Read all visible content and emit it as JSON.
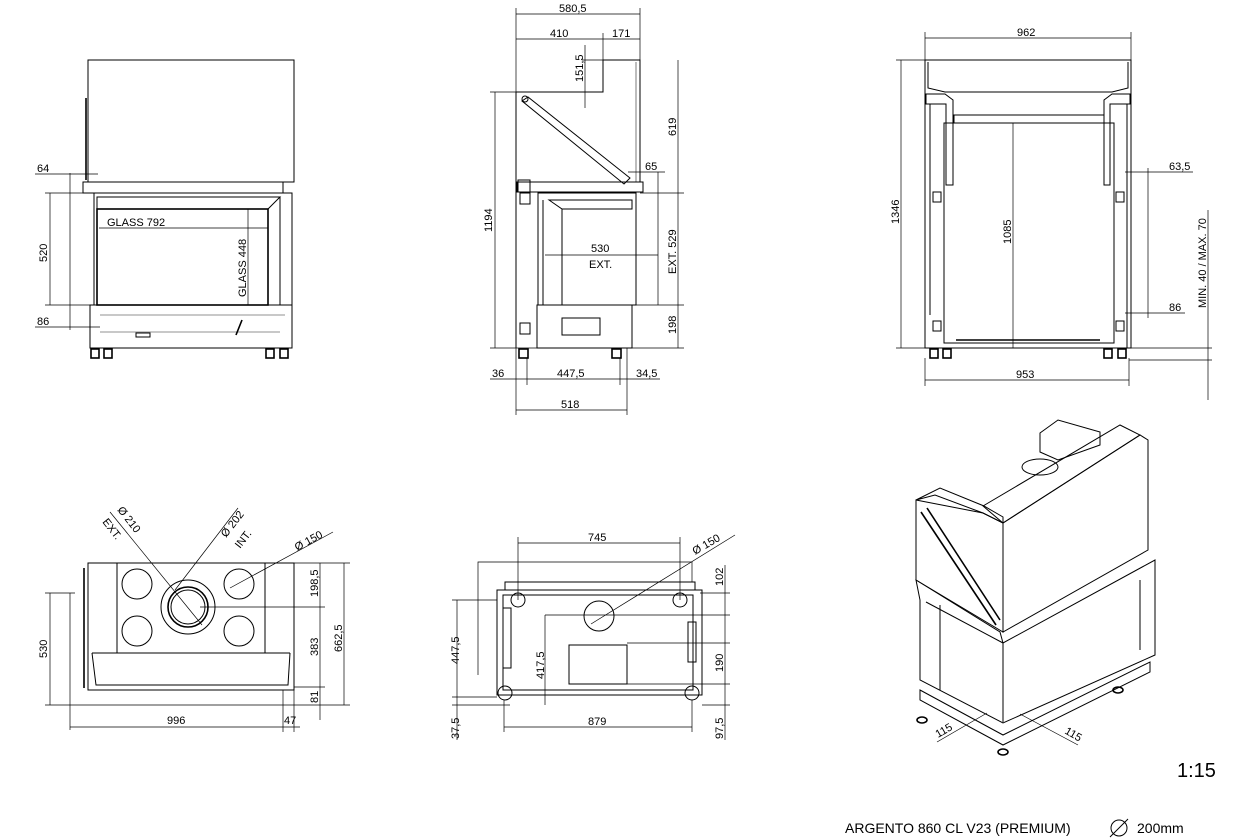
{
  "front_view": {
    "dim_top_offset": "64",
    "dim_glass_height_outer": "520",
    "dim_bottom_offset": "86",
    "glass_width": "GLASS  792",
    "glass_height": "GLASS  448"
  },
  "side_view": {
    "dim_total_depth": "580,5",
    "dim_depth_a": "410",
    "dim_depth_b": "171",
    "dim_step": "151,5",
    "dim_upper_height": "619",
    "dim_total_height": "1194",
    "dim_65": "65",
    "ext_width_value": "530",
    "ext_width_label": "EXT.",
    "ext_height": "EXT.  529",
    "dim_base": "198",
    "dim_foot_left": "36",
    "dim_foot_span": "447,5",
    "dim_foot_right": "34,5",
    "dim_base_depth": "518"
  },
  "back_view": {
    "dim_top_width": "962",
    "dim_total_height": "1346",
    "dim_inner_height": "1085",
    "dim_bottom_width": "953",
    "dim_side_offset": "63,5",
    "dim_side_bottom": "86",
    "dim_feet": "MIN. 40 / MAX. 70"
  },
  "top_view": {
    "ext_diameter": "Ø 210",
    "ext_label": "EXT.",
    "int_diameter": "Ø 202",
    "int_label": "INT.",
    "air_diameter": "Ø 150",
    "dim_530": "530",
    "dim_996": "996",
    "dim_47": "47",
    "dim_198_5": "198,5",
    "dim_383": "383",
    "dim_81": "81",
    "dim_662_5": "662,5"
  },
  "bottom_view": {
    "dim_745": "745",
    "air_diameter": "Ø 150",
    "dim_102": "102",
    "dim_190": "190",
    "dim_97_5": "97,5",
    "dim_447_5": "447,5",
    "dim_37_5": "37,5",
    "dim_417_5": "417,5",
    "dim_879": "879"
  },
  "iso_view": {
    "dim_left": "115",
    "dim_right": "115"
  },
  "scale": "1:15",
  "title": "ARGENTO 860 CL V23 (PREMIUM)",
  "flue_symbol": "diameter-icon",
  "flue_size": "200mm"
}
